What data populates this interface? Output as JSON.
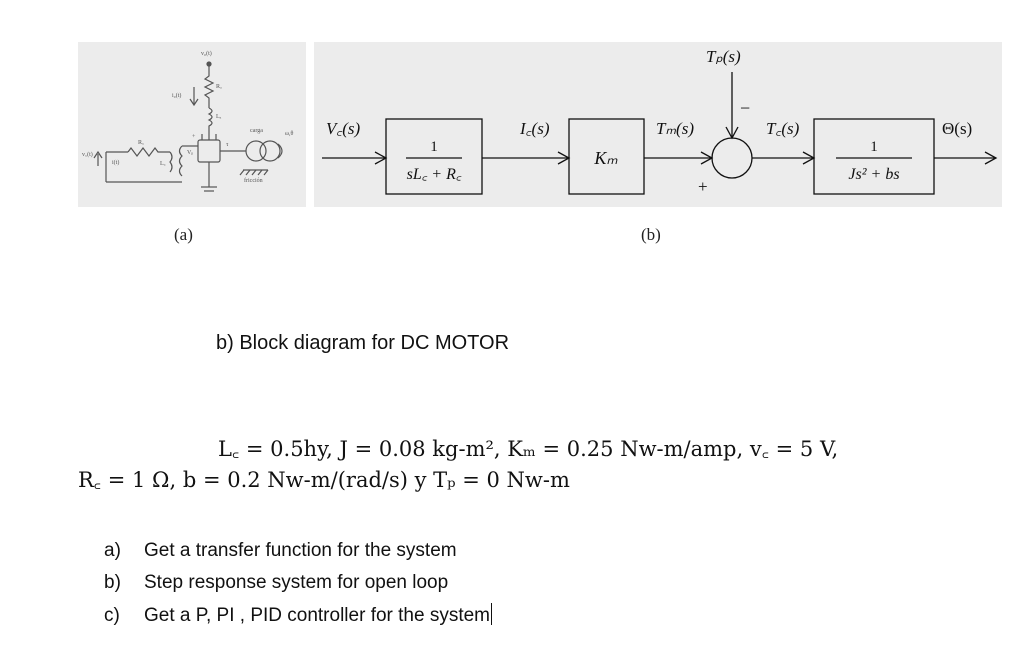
{
  "circuit": {
    "top_label": "v₀(t)",
    "ia_label": "i₀(t)",
    "Ra_label": "Rₐ",
    "La_label": "Lₐ",
    "Rc_label": "R꜀",
    "Lc_label": "L꜀",
    "vt_label": "v꜀(t)",
    "it_label": "i(t)",
    "Vb_label": "Vᵦ",
    "load_label": "carga",
    "friction_label": "fricción",
    "omega_label": "ω,θ",
    "tau_label": "τ",
    "plus_label": "+"
  },
  "diagram": {
    "input_label": "V꜀(s)",
    "block1_num": "1",
    "block1_den": "sL꜀ + R꜀",
    "current_label": "I꜀(s)",
    "block2_label": "Kₘ",
    "tm_label": "Tₘ(s)",
    "tp_label": "Tₚ(s)",
    "minus_sign": "−",
    "plus_sign": "+",
    "tc_label": "T꜀(s)",
    "block3_num": "1",
    "block3_den": "Js² + bs",
    "output_label": "Θ(s)"
  },
  "captions": {
    "a": "(a)",
    "b": "(b)"
  },
  "heading": "b) Block diagram for DC MOTOR",
  "params": {
    "line1": "L꜀ = 0.5hy, J = 0.08 kg-m², Kₘ = 0.25 Nw-m/amp, v꜀ = 5 V,",
    "line2": "R꜀ = 1 Ω, b = 0.2 Nw-m/(rad/s) y Tₚ = 0 Nw-m"
  },
  "tasks": [
    {
      "letter": "a)",
      "text": "Get a transfer function for the system"
    },
    {
      "letter": "b)",
      "text": "Step response system for open loop"
    },
    {
      "letter": "c)",
      "text": "Get a P, PI , PID controller for the system"
    }
  ]
}
